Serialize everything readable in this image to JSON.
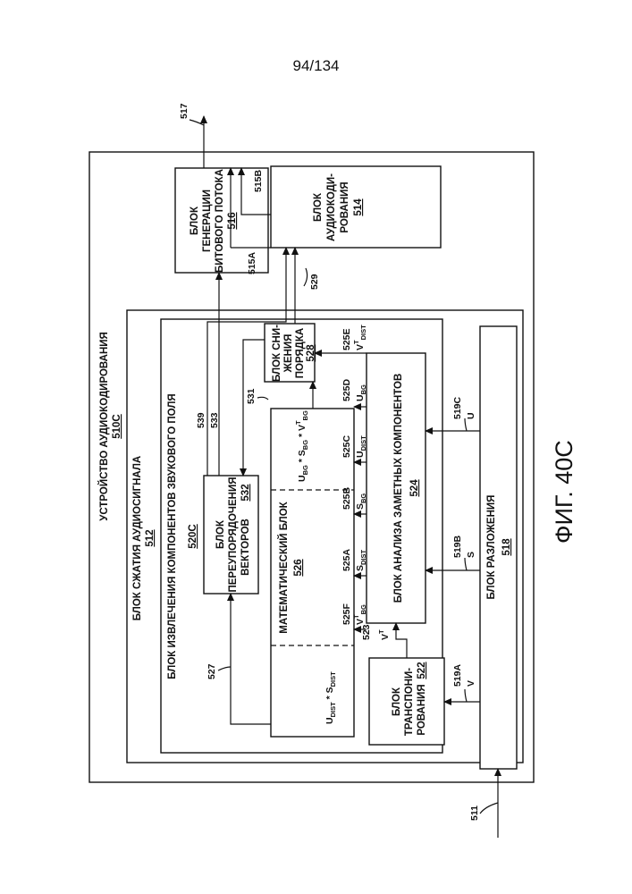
{
  "page_number": "94/134",
  "figure_label": "ФИГ. 40C",
  "device": {
    "title": "УСТРОЙСТВО АУДИОКОДИРОВАНИЯ",
    "ref": "510C"
  },
  "compression_unit": {
    "title": "БЛОК СЖАТИЯ АУДИОСИГНАЛА",
    "ref": "512"
  },
  "extraction_unit": {
    "title": "БЛОК ИЗВЛЕЧЕНИЯ КОМПОНЕНТОВ ЗВУКОВОГО ПОЛЯ",
    "ref": "520C"
  },
  "reorder_unit": {
    "line1": "БЛОК",
    "line2": "ПЕРЕУПОРЯДОЧЕНИЯ",
    "line3": "ВЕКТОРОВ",
    "ref": "532"
  },
  "math_unit": {
    "title": "МАТЕМАТИЧЕСКИЙ БЛОК",
    "ref": "526"
  },
  "order_reduction_unit": {
    "line1": "БЛОК СНИ-",
    "line2": "ЖЕНИЯ",
    "line3": "ПОРЯДКА",
    "ref": "528"
  },
  "salient_unit": {
    "title": "БЛОК АНАЛИЗА ЗАМЕТНЫХ КОМПОНЕНТОВ",
    "ref": "524"
  },
  "transpose_unit": {
    "line1": "БЛОК",
    "line2": "ТРАНСПОНИ-",
    "line3": "РОВАНИЯ",
    "ref": "522"
  },
  "decomposition_unit": {
    "title": "БЛОК РАЗЛОЖЕНИЯ",
    "ref": "518"
  },
  "bitstream_unit": {
    "line1": "БЛОК",
    "line2": "ГЕНЕРАЦИИ",
    "line3": "БИТОВОГО ПОТОКА",
    "ref": "516"
  },
  "audio_coding_unit": {
    "line1": "БЛОК",
    "line2": "АУДИОКОДИ-",
    "line3": "РОВАНИЯ",
    "ref": "514"
  },
  "refs": {
    "r511": "511",
    "r517": "517",
    "r515A": "515A",
    "r515B": "515B",
    "r529": "529",
    "r519A": "519A",
    "r519B": "519B",
    "r519C": "519C",
    "r523": "523",
    "r527": "527",
    "r525F": "525F",
    "r525A": "525A",
    "r525B": "525B",
    "r525C": "525C",
    "r525D": "525D",
    "r525E": "525E",
    "r531": "531",
    "r533": "533",
    "r539": "539"
  },
  "symbols": {
    "V": "V",
    "S": "S",
    "U": "U",
    "T": "T",
    "sub_dist": "DIST",
    "sub_bg": "BG"
  }
}
